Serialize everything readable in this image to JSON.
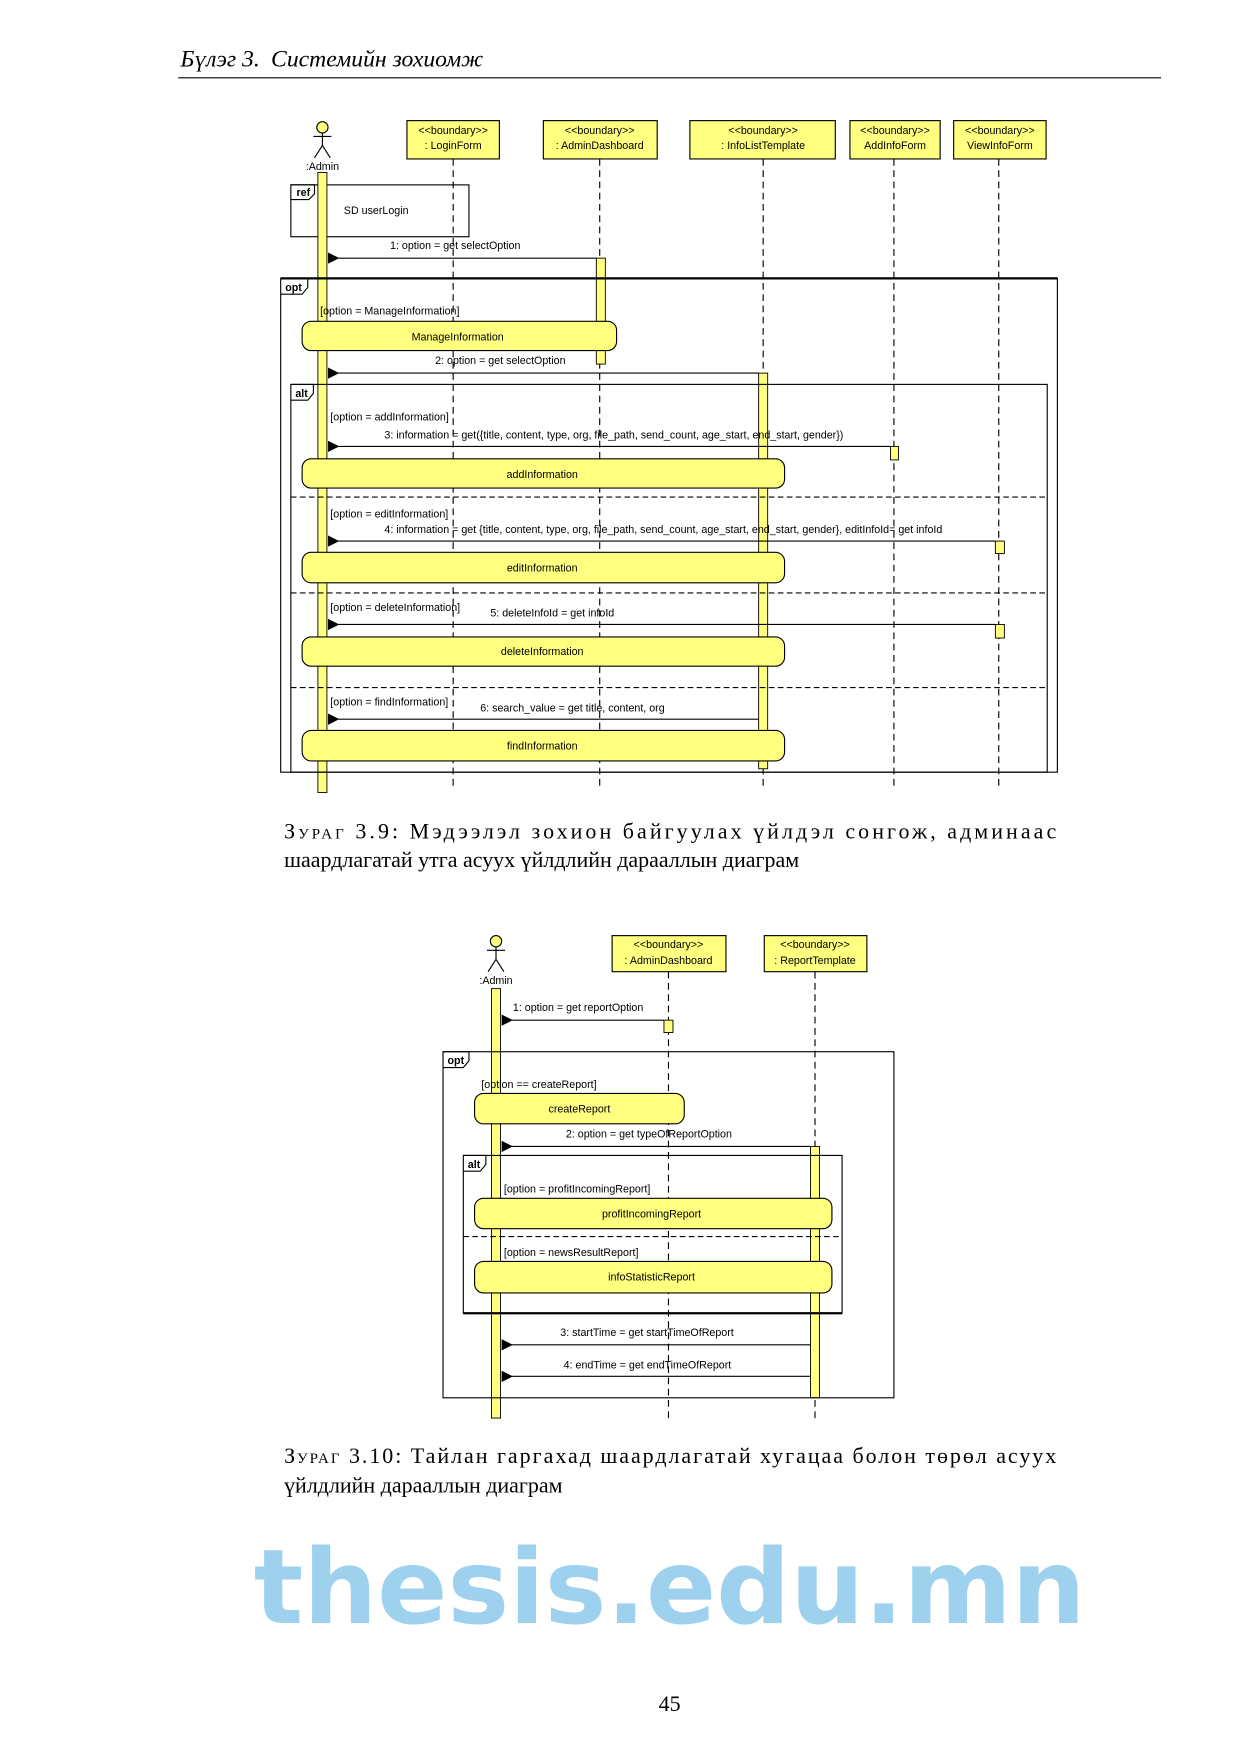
{
  "header": {
    "chapter": "Бүлэг 3.",
    "title": "Системийн зохиомж"
  },
  "diagram1": {
    "actor": ":Admin",
    "stereotype": "<<boundary>>",
    "lifelines": [
      ": LoginForm",
      ": AdminDashboard",
      ": InfoListTemplate",
      "AddInfoForm",
      "ViewInfoForm"
    ],
    "ref_tag": "ref",
    "ref_text": "SD userLogin",
    "opt_tag": "opt",
    "alt_tag": "alt",
    "opt_guard": "[option = ManageInformation]",
    "messages": [
      "1: option = get selectOption",
      "2: option = get selectOption",
      "3: information = get({title, content, type, org, file_path, send_count, age_start, end_start, gender})",
      "4: information = get {title, content, type, org, file_path, send_count, age_start, end_start, gender}, editInfoId= get infoId",
      "5: deleteInfoId = get infoId",
      "6: search_value = get title, content, org"
    ],
    "guards": [
      "[option = addInformation]",
      "[option = editInformation]",
      "[option = deleteInformation]",
      "[option = findInformation]"
    ],
    "states": [
      "ManageInformation",
      "addInformation",
      "editInformation",
      "deleteInformation",
      "findInformation"
    ]
  },
  "caption1": {
    "label": "Зураг 3.9:",
    "line1": "Мэдээлэл зохион байгуулах үйлдэл сонгож, админаас",
    "line2": "шаардлагатай утга асуух үйлдлийн дарааллын диаграм"
  },
  "diagram2": {
    "actor": ":Admin",
    "stereotype": "<<boundary>>",
    "lifelines": [
      ": AdminDashboard",
      ": ReportTemplate"
    ],
    "opt_tag": "opt",
    "alt_tag": "alt",
    "opt_guard": "[option == createReport]",
    "messages": [
      "1: option = get reportOption",
      "2: option = get typeOfReportOption",
      "3: startTime = get startTimeOfReport",
      "4: endTime = get endTimeOfReport"
    ],
    "guards": [
      "[option = profitIncomingReport]",
      "[option = newsResultReport]"
    ],
    "states": [
      "createReport",
      "profitIncomingReport",
      "infoStatisticReport"
    ]
  },
  "caption2": {
    "label": "Зураг 3.10:",
    "line1": "Тайлан гаргахад шаардлагатай хугацаа болон төрөл асуух",
    "line2": "үйлдлийн дарааллын диаграм"
  },
  "page_number": "45",
  "watermark": "thesis.edu.mn"
}
